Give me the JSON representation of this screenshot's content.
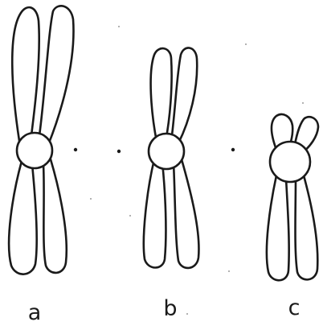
{
  "figure": {
    "labels": [
      "a",
      "b",
      "c"
    ],
    "colors": {
      "ink": "#1a1a1a",
      "background": "#ffffff"
    }
  }
}
